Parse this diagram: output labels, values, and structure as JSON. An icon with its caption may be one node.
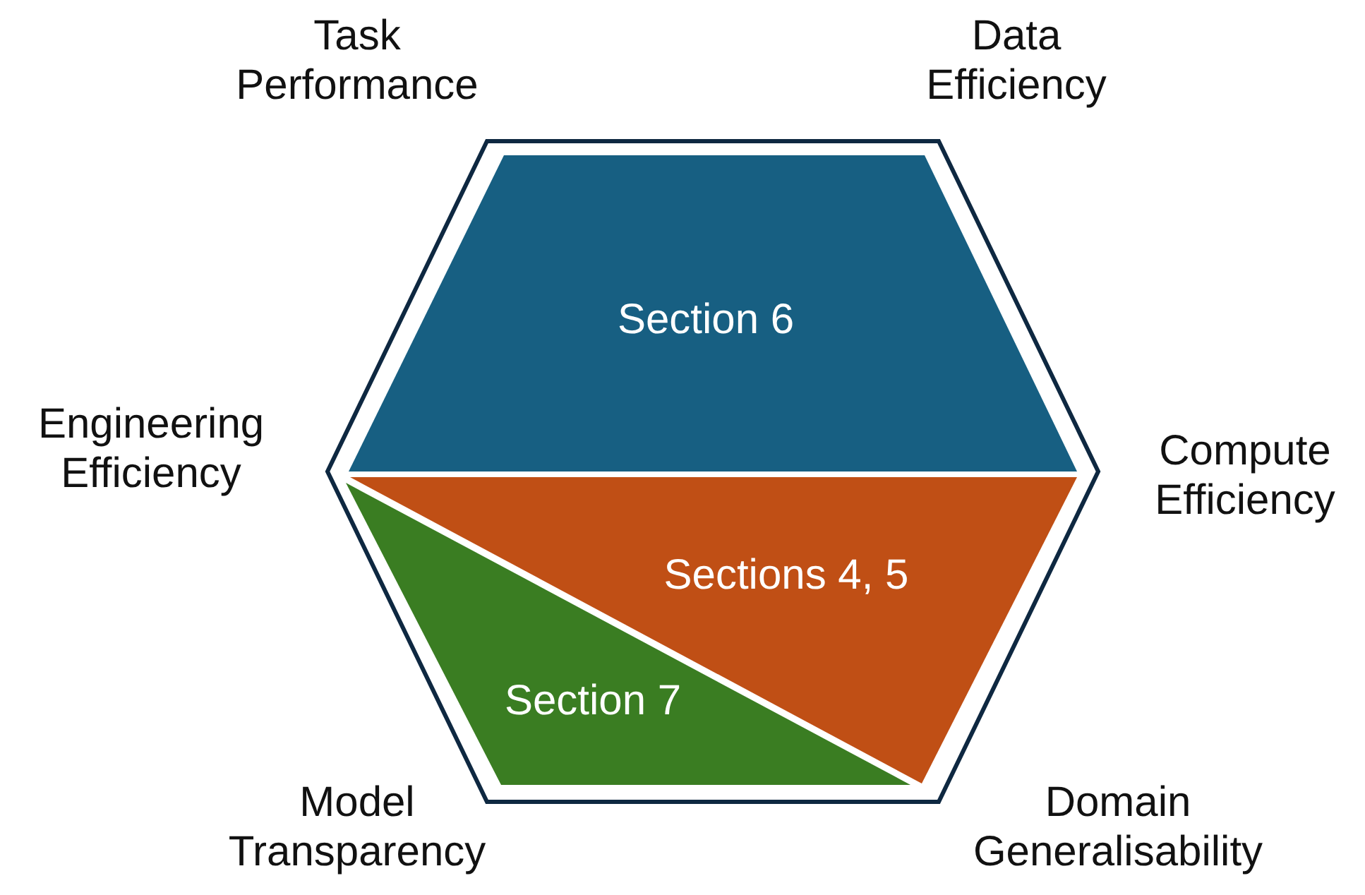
{
  "diagram": {
    "nodes": [
      {
        "text": [
          "Section 6"
        ]
      },
      {
        "text": [
          "Sections 4, 5"
        ]
      },
      {
        "text": [
          "Section 7"
        ]
      }
    ],
    "labels": [
      "Task Performance",
      "Data Efficiency",
      "Engineering Efficiency",
      "Compute Efficiency",
      "Model Transparency",
      "Domain Generalisability"
    ]
  }
}
